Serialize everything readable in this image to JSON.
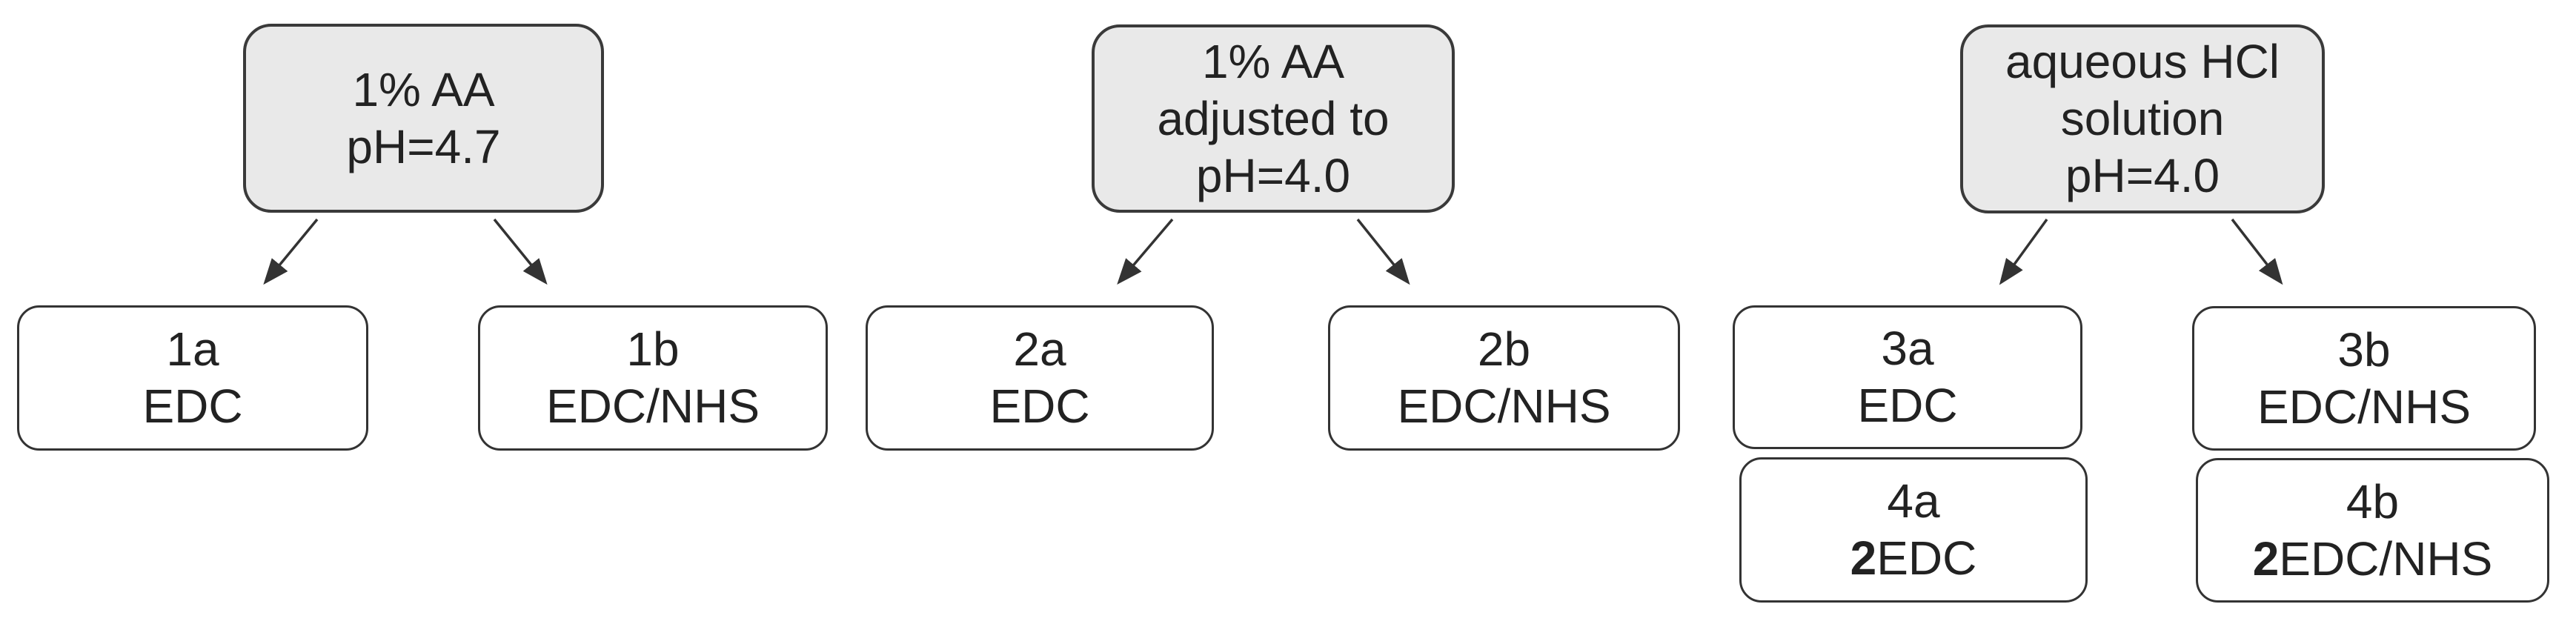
{
  "colors": {
    "background": "#ffffff",
    "parent_fill": "#e9e9e9",
    "parent_border": "#3a3a3a",
    "child_fill": "#ffffff",
    "child_border": "#333333",
    "text": "#222222",
    "arrow": "#333333"
  },
  "parents": {
    "p1": {
      "line1": "1% AA",
      "line2": "pH=4.7"
    },
    "p2": {
      "line1": "1% AA",
      "line2": "adjusted to",
      "line3": "pH=4.0"
    },
    "p3": {
      "line1": "aqueous HCl",
      "line2": "solution",
      "line3": "pH=4.0"
    }
  },
  "children": {
    "c1a": {
      "id": "1a",
      "reagent": "EDC"
    },
    "c1b": {
      "id": "1b",
      "reagent": "EDC/NHS"
    },
    "c2a": {
      "id": "2a",
      "reagent": "EDC"
    },
    "c2b": {
      "id": "2b",
      "reagent": "EDC/NHS"
    },
    "c3a": {
      "id": "3a",
      "reagent": "EDC"
    },
    "c3b": {
      "id": "3b",
      "reagent": "EDC/NHS"
    },
    "c4a": {
      "id": "4a",
      "reagent_prefix": "2",
      "reagent": "EDC"
    },
    "c4b": {
      "id": "4b",
      "reagent_prefix": "2",
      "reagent": "EDC/NHS"
    }
  }
}
